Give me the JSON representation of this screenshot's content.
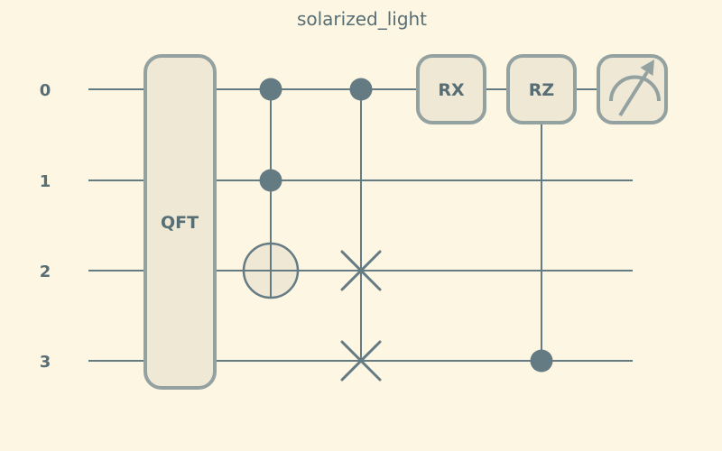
{
  "title": "solarized_light",
  "theme": {
    "background": "#fdf6e3",
    "gate_fill": "#eee8d5",
    "gate_border": "#93a1a1",
    "line_color": "#657b83",
    "text_color": "#586e75"
  },
  "qubits": [
    {
      "label": "0"
    },
    {
      "label": "1"
    },
    {
      "label": "2"
    },
    {
      "label": "3"
    }
  ],
  "gates": [
    {
      "type": "box",
      "label": "QFT",
      "qubits": [
        0,
        1,
        2,
        3
      ],
      "column": 1
    },
    {
      "type": "ccx",
      "controls": [
        0,
        1
      ],
      "target": 2,
      "column": 2
    },
    {
      "type": "cswap",
      "control": 0,
      "targets": [
        2,
        3
      ],
      "column": 3
    },
    {
      "type": "box",
      "label": "RX",
      "qubits": [
        0
      ],
      "column": 4
    },
    {
      "type": "controlled-box",
      "label": "RZ",
      "target": 0,
      "control": 3,
      "column": 5
    },
    {
      "type": "measure",
      "qubit": 0,
      "column": 6
    }
  ]
}
